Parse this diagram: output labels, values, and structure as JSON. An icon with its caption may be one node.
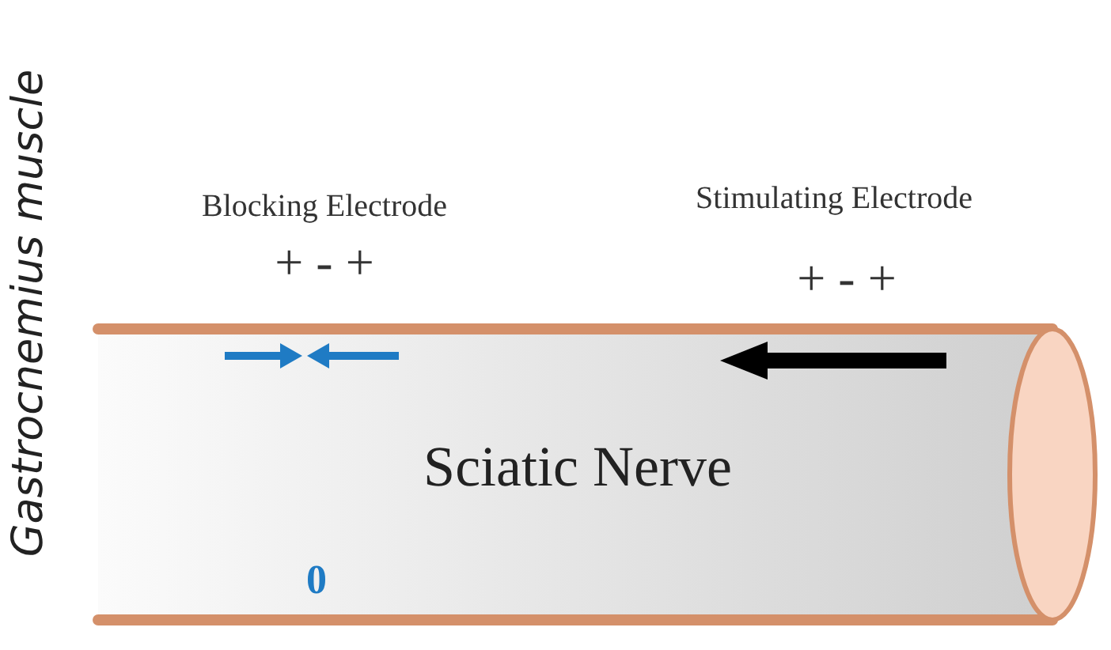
{
  "diagram": {
    "nodes": [
      {
        "text": [
          "Sciatic Nerve"
        ]
      }
    ],
    "labels": [
      "Gastrocnemius muscle",
      "Blocking Electrode",
      "+ - +",
      "Stimulating Electrode",
      "+ - +",
      "0"
    ]
  }
}
